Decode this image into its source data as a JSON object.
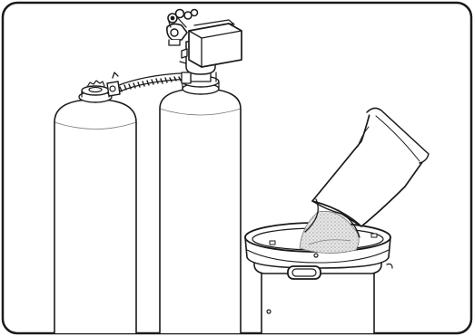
{
  "illustration": {
    "description_visible_text": "",
    "colors": {
      "frame_border": "#1a1a1a",
      "line": "#1a1a1a",
      "fill": "#ffffff",
      "salt_gray": "#c8c8c8"
    },
    "components": {
      "mineral_tank_1": "tank",
      "mineral_tank_2": "tank",
      "control_valve": "valve",
      "bypass_hose": "hose",
      "brine_tank": "brine-tank",
      "salt_bag": "bag"
    }
  }
}
